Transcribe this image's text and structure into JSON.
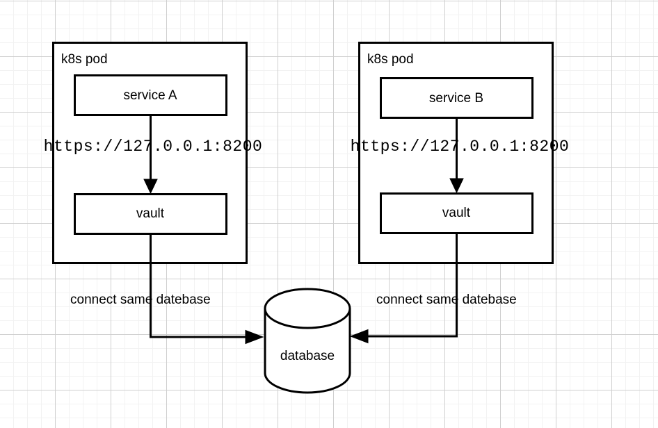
{
  "diagram": {
    "title": "vault sidecar per k8s pod sharing one database",
    "background": {
      "grid_minor_color": "#f2f2f2",
      "grid_major_color": "#cfcfcf",
      "page_color": "#ffffff"
    },
    "stroke_color": "#000000",
    "pods": [
      {
        "id": "pod-left",
        "container_label": "k8s pod",
        "service_label": "service A",
        "vault_label": "vault",
        "endpoint_label": "https://127.0.0.1:8200",
        "db_edge_label": "connect same datebase"
      },
      {
        "id": "pod-right",
        "container_label": "k8s pod",
        "service_label": "service B",
        "vault_label": "vault",
        "endpoint_label": "https://127.0.0.1:8200",
        "db_edge_label": "connect same datebase"
      }
    ],
    "database": {
      "label": "database",
      "shape": "cylinder"
    }
  }
}
